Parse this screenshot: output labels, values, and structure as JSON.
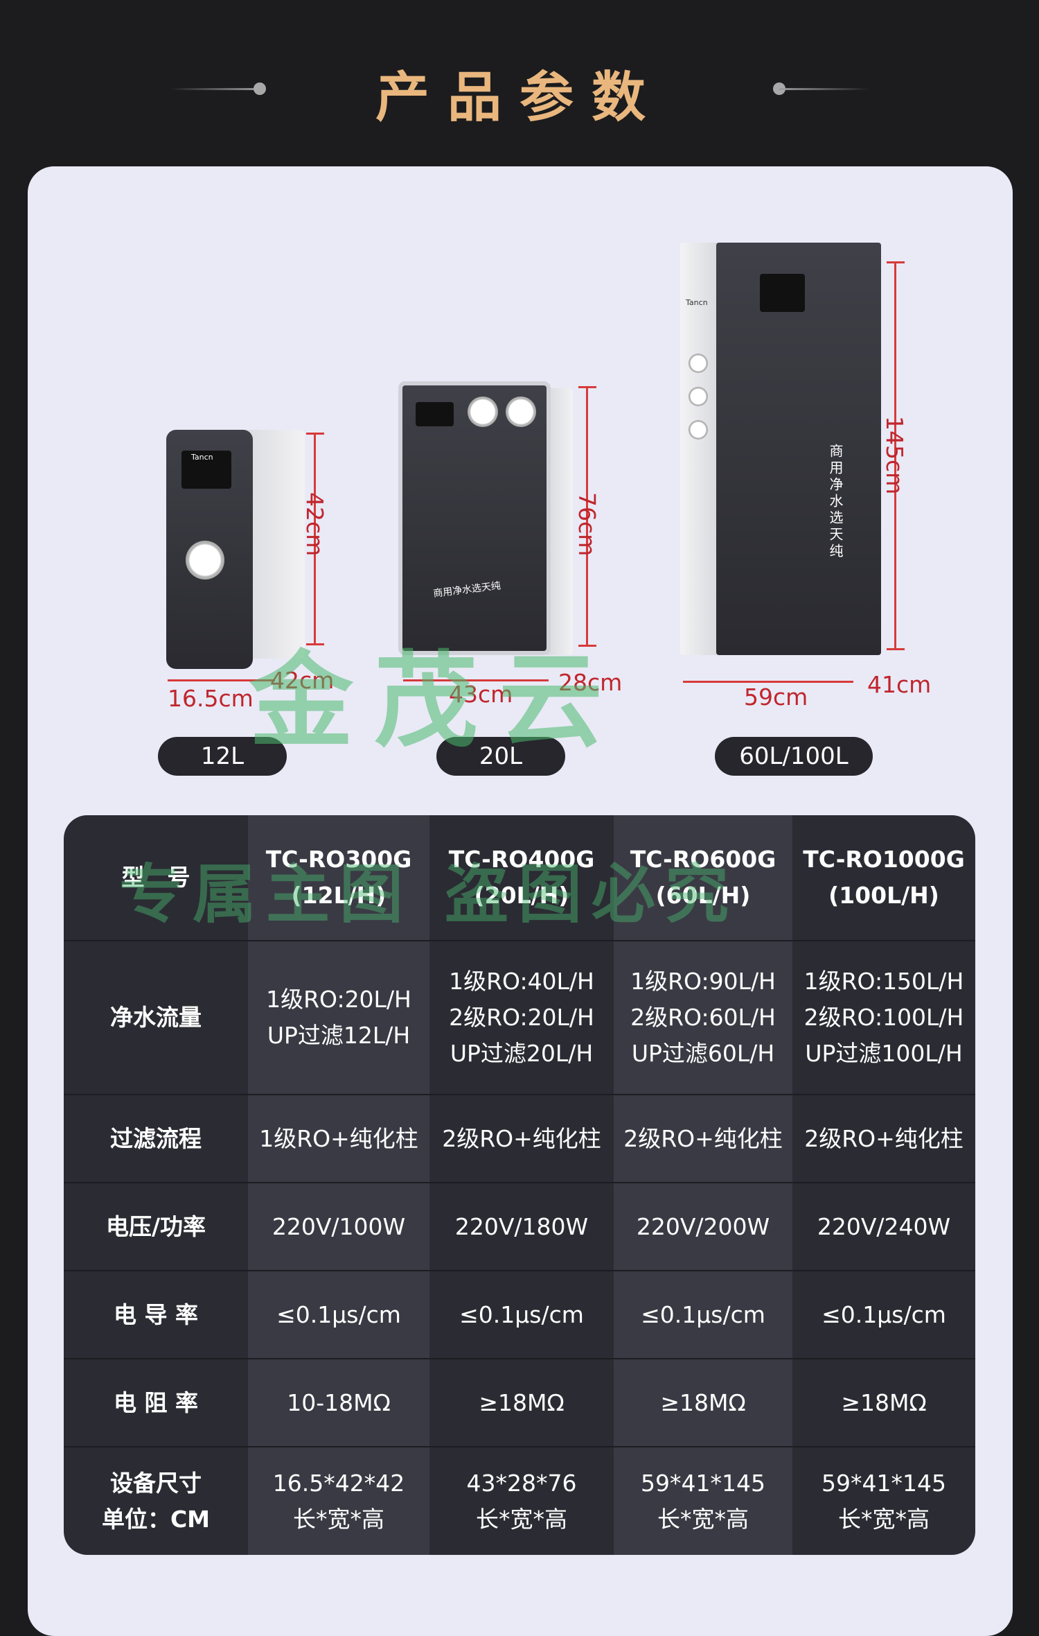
{
  "header": {
    "title": "产品参数"
  },
  "products": {
    "p12": {
      "badge": "12L",
      "height": "42cm",
      "length": "16.5cm",
      "width": "42cm",
      "brand": "Tancn"
    },
    "p20": {
      "badge": "20L",
      "height": "76cm",
      "length": "43cm",
      "width": "28cm",
      "front_text": "商用净水选天纯"
    },
    "p60": {
      "badge": "60L/100L",
      "height": "145cm",
      "length": "59cm",
      "width": "41cm",
      "brand": "Tancn",
      "side_text": "商用净水选天纯"
    }
  },
  "watermarks": {
    "logo_text": "金茂云",
    "strip_text": "专属主图 盗图必究"
  },
  "table": {
    "headers": [
      "型　号",
      "TC-RO300G\n(12L/H)",
      "TC-RO400G\n(20L/H)",
      "TC-RO600G\n(60L/H)",
      "TC-RO1000G\n(100L/H)"
    ],
    "rows": [
      [
        "净水流量",
        "1级RO:20L/H\nUP过滤12L/H",
        "1级RO:40L/H\n2级RO:20L/H\nUP过滤20L/H",
        "1级RO:90L/H\n2级RO:60L/H\nUP过滤60L/H",
        "1级RO:150L/H\n2级RO:100L/H\nUP过滤100L/H"
      ],
      [
        "过滤流程",
        "1级RO+纯化柱",
        "2级RO+纯化柱",
        "2级RO+纯化柱",
        "2级RO+纯化柱"
      ],
      [
        "电压/功率",
        "220V/100W",
        "220V/180W",
        "220V/200W",
        "220V/240W"
      ],
      [
        "电 导 率",
        "≤0.1μs/cm",
        "≤0.1μs/cm",
        "≤0.1μs/cm",
        "≤0.1μs/cm"
      ],
      [
        "电 阻 率",
        "10-18MΩ",
        "≥18MΩ",
        "≥18MΩ",
        "≥18MΩ"
      ],
      [
        "设备尺寸\n单位：CM",
        "16.5*42*42\n长*宽*高",
        "43*28*76\n长*宽*高",
        "59*41*145\n长*宽*高",
        "59*41*145\n长*宽*高"
      ]
    ]
  }
}
